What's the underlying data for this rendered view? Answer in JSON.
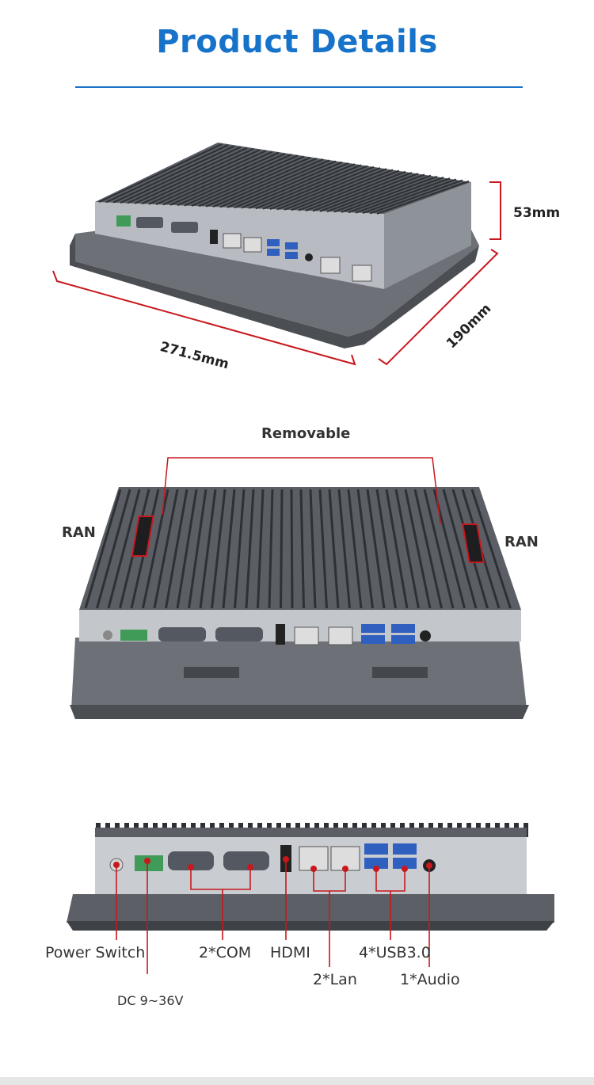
{
  "header": {
    "title": "Product Details"
  },
  "dimensions": {
    "height": "53mm",
    "width": "271.5mm",
    "depth": "190mm"
  },
  "view2": {
    "top_label": "Removable",
    "left_label": "RAN",
    "right_label": "RAN"
  },
  "ports": {
    "power_switch": "Power Switch",
    "dc": "DC 9~36V",
    "com": "2*COM",
    "hdmi": "HDMI",
    "lan": "2*Lan",
    "usb": "4*USB3.0",
    "audio": "1*Audio"
  },
  "colors": {
    "accent": "#1773c9",
    "callout": "#c8181e"
  }
}
